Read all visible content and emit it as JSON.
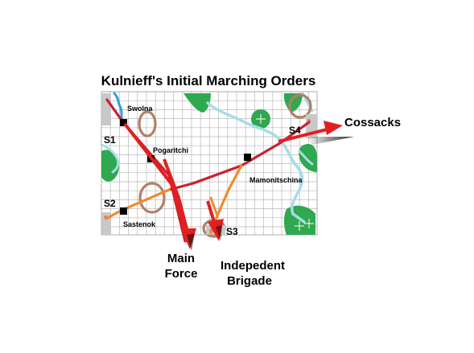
{
  "title": "Kulnieff's Initial Marching Orders",
  "towns": {
    "swolna": "Swolna",
    "pogaritchi": "Pogaritchi",
    "mamonitschina": "Mamonitschina",
    "sastenok": "Sastenok"
  },
  "sectors": {
    "s1": "S1",
    "s2": "S2",
    "s3": "S3",
    "s4": "S4"
  },
  "forces": {
    "cossacks": "Cossacks",
    "main_force_line1": "Main",
    "main_force_line2": "Force",
    "independent_line1": "Indepedent",
    "independent_line2": "Brigade"
  },
  "colors": {
    "grid": "#b9b9b9",
    "river": "#a9dbe8",
    "river_dark": "#2aa3d8",
    "forest": "#2fa84f",
    "hill": "#b08066",
    "road_red": "#cc2030",
    "road_orange": "#f08a30",
    "arrow_red": "#e02020",
    "edge_marker": "#c8c8c8"
  }
}
